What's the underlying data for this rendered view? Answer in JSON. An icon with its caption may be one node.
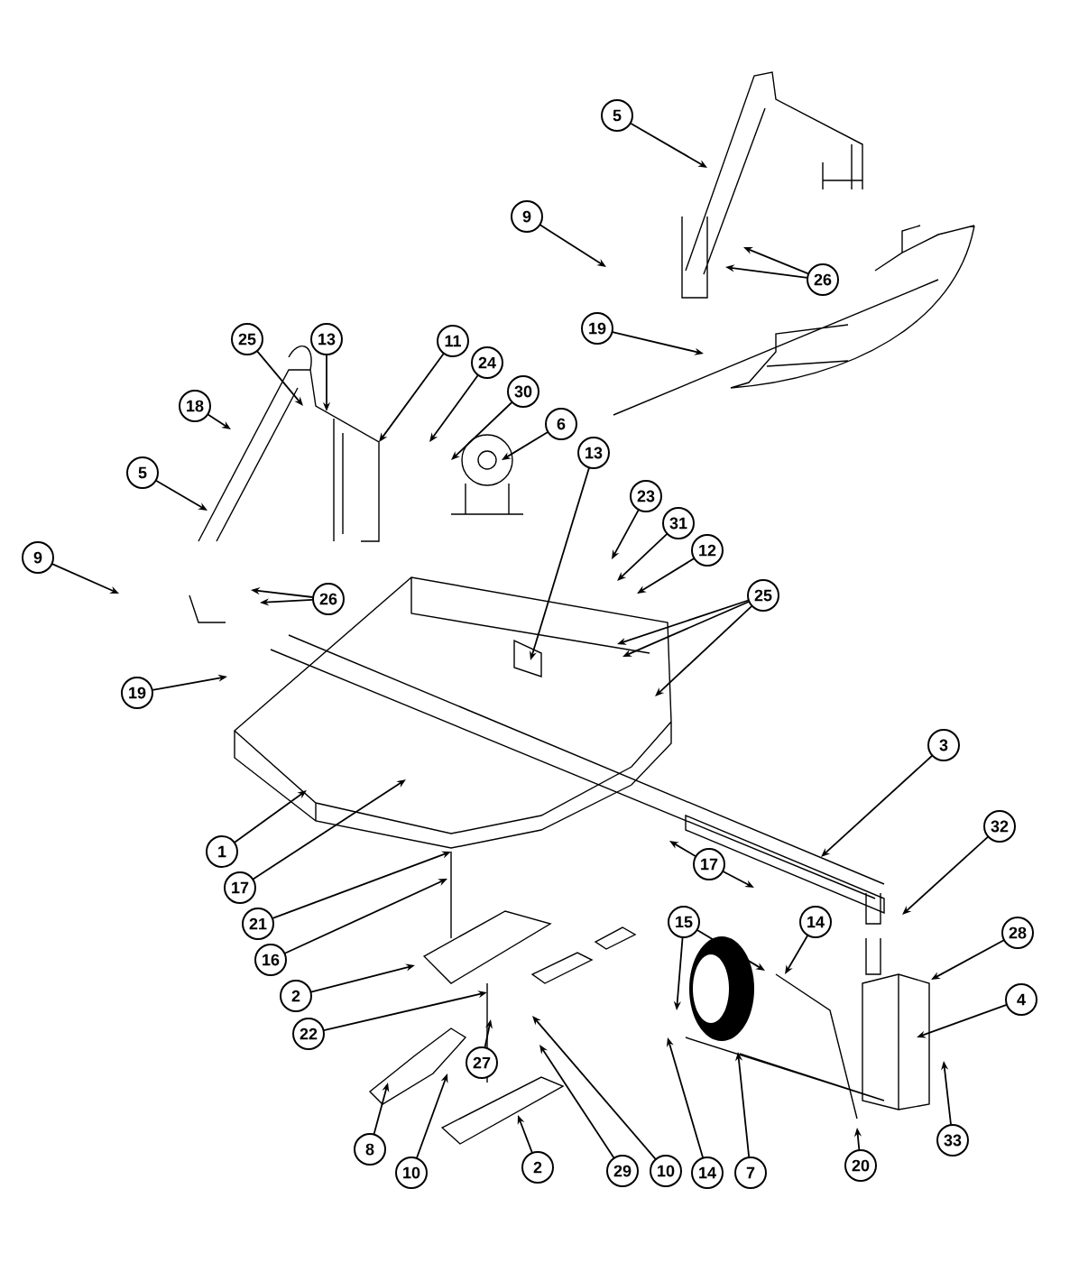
{
  "diagram": {
    "nodes": [
      {
        "text": [
          "5"
        ]
      },
      {
        "text": [
          "9"
        ]
      },
      {
        "text": [
          "26"
        ]
      },
      {
        "text": [
          "19"
        ]
      },
      {
        "text": [
          "25"
        ]
      },
      {
        "text": [
          "13"
        ]
      },
      {
        "text": [
          "11"
        ]
      },
      {
        "text": [
          "24"
        ]
      },
      {
        "text": [
          "30"
        ]
      },
      {
        "text": [
          "18"
        ]
      },
      {
        "text": [
          "6"
        ]
      },
      {
        "text": [
          "13"
        ]
      },
      {
        "text": [
          "5"
        ]
      },
      {
        "text": [
          "23"
        ]
      },
      {
        "text": [
          "31"
        ]
      },
      {
        "text": [
          "12"
        ]
      },
      {
        "text": [
          "9"
        ]
      },
      {
        "text": [
          "25"
        ]
      },
      {
        "text": [
          "26"
        ]
      },
      {
        "text": [
          "19"
        ]
      },
      {
        "text": [
          "3"
        ]
      },
      {
        "text": [
          "32"
        ]
      },
      {
        "text": [
          "1"
        ]
      },
      {
        "text": [
          "17"
        ]
      },
      {
        "text": [
          "17"
        ]
      },
      {
        "text": [
          "21"
        ]
      },
      {
        "text": [
          "15"
        ]
      },
      {
        "text": [
          "14"
        ]
      },
      {
        "text": [
          "28"
        ]
      },
      {
        "text": [
          "16"
        ]
      },
      {
        "text": [
          "2"
        ]
      },
      {
        "text": [
          "4"
        ]
      },
      {
        "text": [
          "22"
        ]
      },
      {
        "text": [
          "27"
        ]
      },
      {
        "text": [
          "33"
        ]
      },
      {
        "text": [
          "8"
        ]
      },
      {
        "text": [
          "20"
        ]
      },
      {
        "text": [
          "2"
        ]
      },
      {
        "text": [
          "29"
        ]
      },
      {
        "text": [
          "10"
        ]
      },
      {
        "text": [
          "10"
        ]
      },
      {
        "text": [
          "14"
        ]
      },
      {
        "text": [
          "7"
        ]
      }
    ],
    "edges": [
      {
        "from": 0,
        "to": null,
        "arrow": "to"
      },
      {
        "from": 1,
        "to": null,
        "arrow": "to"
      },
      {
        "from": 2,
        "to": null,
        "arrow": "to"
      },
      {
        "from": 2,
        "to": null,
        "arrow": "to"
      },
      {
        "from": 3,
        "to": null,
        "arrow": "to"
      },
      {
        "from": 4,
        "to": null,
        "arrow": "to"
      },
      {
        "from": 5,
        "to": null,
        "arrow": "to"
      },
      {
        "from": 6,
        "to": null,
        "arrow": "to"
      },
      {
        "from": 7,
        "to": null,
        "arrow": "to"
      },
      {
        "from": 8,
        "to": null,
        "arrow": "to"
      },
      {
        "from": 9,
        "to": null,
        "arrow": "to"
      },
      {
        "from": 10,
        "to": null,
        "arrow": "to"
      },
      {
        "from": 11,
        "to": null,
        "arrow": "to"
      },
      {
        "from": 12,
        "to": null,
        "arrow": "to"
      },
      {
        "from": 13,
        "to": null,
        "arrow": "to"
      },
      {
        "from": 14,
        "to": null,
        "arrow": "to"
      },
      {
        "from": 15,
        "to": null,
        "arrow": "to"
      },
      {
        "from": 16,
        "to": null,
        "arrow": "to"
      },
      {
        "from": 17,
        "to": null,
        "arrow": "to"
      },
      {
        "from": 17,
        "to": null,
        "arrow": "to"
      },
      {
        "from": 17,
        "to": null,
        "arrow": "to"
      },
      {
        "from": 18,
        "to": null,
        "arrow": "to"
      },
      {
        "from": 18,
        "to": null,
        "arrow": "to"
      },
      {
        "from": 19,
        "to": null,
        "arrow": "to"
      },
      {
        "from": 20,
        "to": null,
        "arrow": "to"
      },
      {
        "from": 21,
        "to": null,
        "arrow": "to"
      },
      {
        "from": 22,
        "to": null,
        "arrow": "to"
      },
      {
        "from": 23,
        "to": null,
        "arrow": "to"
      },
      {
        "from": 23,
        "to": null,
        "arrow": "to"
      },
      {
        "from": 24,
        "to": null,
        "arrow": "to"
      },
      {
        "from": 25,
        "to": null,
        "arrow": "to"
      },
      {
        "from": 26,
        "to": null,
        "arrow": "to"
      },
      {
        "from": 26,
        "to": null,
        "arrow": "to"
      },
      {
        "from": 27,
        "to": null,
        "arrow": "to"
      },
      {
        "from": 28,
        "to": null,
        "arrow": "to"
      },
      {
        "from": 29,
        "to": null,
        "arrow": "to"
      },
      {
        "from": 30,
        "to": null,
        "arrow": "to"
      },
      {
        "from": 31,
        "to": null,
        "arrow": "to"
      },
      {
        "from": 32,
        "to": null,
        "arrow": "to"
      },
      {
        "from": 33,
        "to": null,
        "arrow": "to"
      },
      {
        "from": 34,
        "to": null,
        "arrow": "to"
      },
      {
        "from": 35,
        "to": null,
        "arrow": "to"
      },
      {
        "from": 36,
        "to": null,
        "arrow": "to"
      },
      {
        "from": 37,
        "to": null,
        "arrow": "to"
      },
      {
        "from": 38,
        "to": null,
        "arrow": "to"
      },
      {
        "from": 39,
        "to": null,
        "arrow": "to"
      },
      {
        "from": 40,
        "to": null,
        "arrow": "to"
      },
      {
        "from": 41,
        "to": null,
        "arrow": "to"
      },
      {
        "from": 42,
        "to": null,
        "arrow": "to"
      }
    ]
  }
}
